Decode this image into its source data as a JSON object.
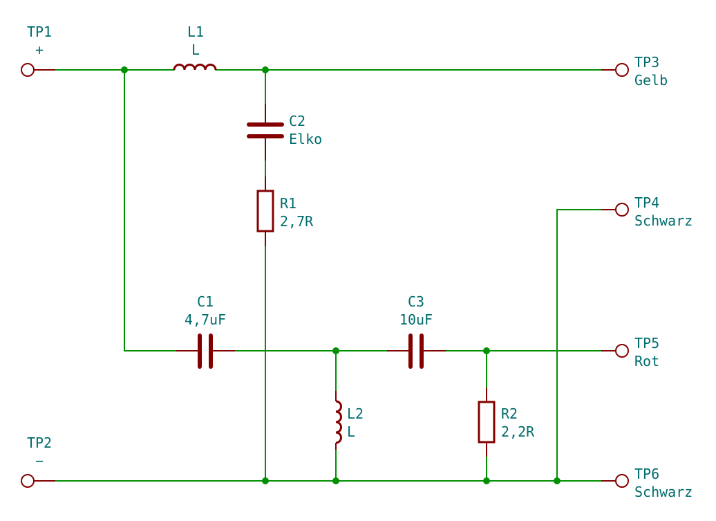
{
  "components": {
    "L1": {
      "ref": "L1",
      "value": "L"
    },
    "L2": {
      "ref": "L2",
      "value": "L"
    },
    "C1": {
      "ref": "C1",
      "value": "4,7uF"
    },
    "C2": {
      "ref": "C2",
      "value": "Elko"
    },
    "C3": {
      "ref": "C3",
      "value": "10uF"
    },
    "R1": {
      "ref": "R1",
      "value": "2,7R"
    },
    "R2": {
      "ref": "R2",
      "value": "2,2R"
    }
  },
  "testpoints": {
    "TP1": {
      "ref": "TP1",
      "value": "+"
    },
    "TP2": {
      "ref": "TP2",
      "value": "−"
    },
    "TP3": {
      "ref": "TP3",
      "value": "Gelb"
    },
    "TP4": {
      "ref": "TP4",
      "value": "Schwarz"
    },
    "TP5": {
      "ref": "TP5",
      "value": "Rot"
    },
    "TP6": {
      "ref": "TP6",
      "value": "Schwarz"
    }
  },
  "colors": {
    "wire": "#009000",
    "component": "#840000",
    "text": "#006c6c",
    "background": "#ffffff"
  }
}
